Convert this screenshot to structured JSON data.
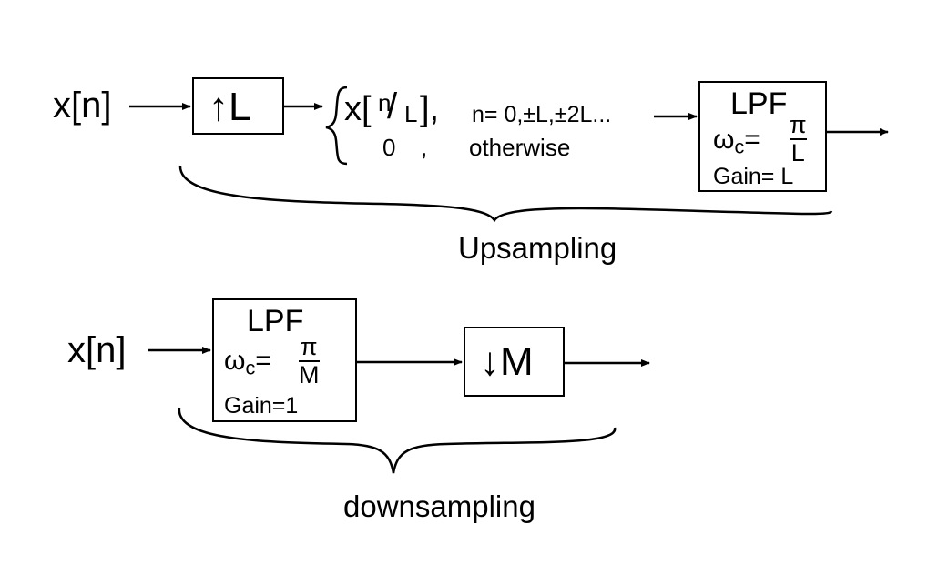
{
  "upsampling": {
    "input_label": "x[n]",
    "upsampler": {
      "arrow": "↑",
      "factor": "L"
    },
    "output_expr": {
      "main": "x[",
      "numerator": "n",
      "slash": "/",
      "denominator": "L",
      "close": "],",
      "condition": "n= 0,±L,±2L...",
      "zero": "0",
      "comma": ",",
      "otherwise": "otherwise"
    },
    "lpf": {
      "title": "LPF",
      "omega": "ω",
      "omega_sub": "c",
      "equals": "=",
      "numerator": "π",
      "denominator": "L",
      "gain": "Gain= L"
    },
    "caption": "Upsampling"
  },
  "downsampling": {
    "input_label": "x[n]",
    "lpf": {
      "title": "LPF",
      "omega": "ω",
      "omega_sub": "c",
      "equals": "=",
      "numerator": "π",
      "denominator": "M",
      "gain": "Gain=1"
    },
    "downsampler": {
      "arrow": "↓",
      "factor": "M"
    },
    "caption": "downsampling"
  }
}
